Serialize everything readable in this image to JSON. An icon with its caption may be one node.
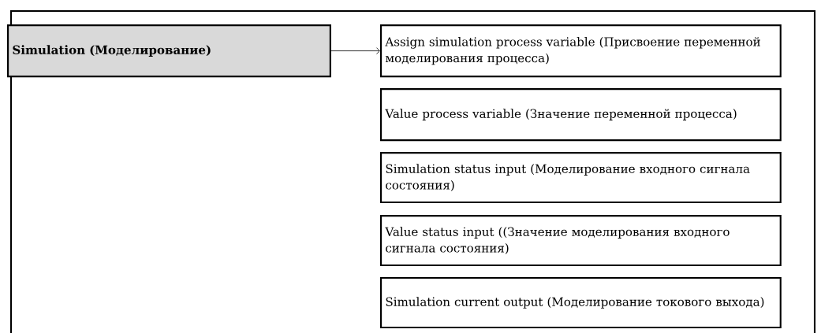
{
  "diagram": {
    "nodes": [
      {
        "text": [
          "Simulation (Моделирование)"
        ]
      },
      {
        "text": [
          "Assign simulation process variable (Присвоение переменной моделирования процесса)"
        ]
      },
      {
        "text": [
          "Value process variable (Значение переменной процесса)"
        ]
      },
      {
        "text": [
          "Simulation status input (Моделирование входного сигнала состояния)"
        ]
      },
      {
        "text": [
          "Value status input ((Значение моделирования входного сигнала состояния)"
        ]
      },
      {
        "text": [
          "Simulation current output (Моделирование токового выхода)"
        ]
      }
    ],
    "edges": [
      {
        "from": 0,
        "to": 1,
        "arrow": "to"
      }
    ]
  }
}
